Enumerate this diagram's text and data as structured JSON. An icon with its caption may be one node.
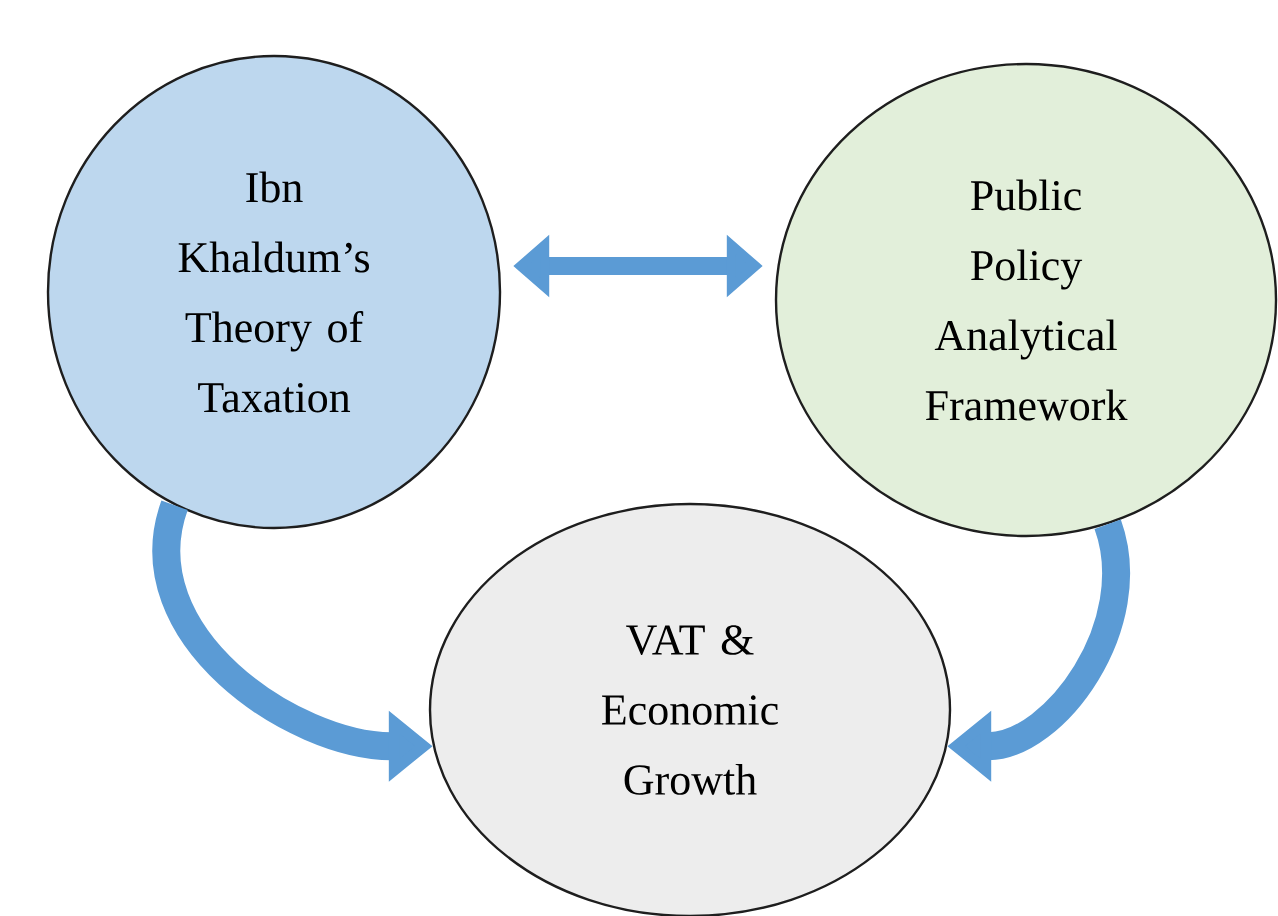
{
  "diagram": {
    "nodes": [
      {
        "text": [
          "Ibn Khaldum’s Theory of Taxation"
        ]
      },
      {
        "text": [
          "Public Policy Analytical Framework"
        ]
      },
      {
        "text": [
          "VAT & Economic Growth"
        ]
      }
    ],
    "edges": [
      {
        "from": 0,
        "to": 1,
        "arrow": "both"
      },
      {
        "from": 0,
        "to": 2,
        "arrow": "to"
      },
      {
        "from": 1,
        "to": 2,
        "arrow": "to"
      }
    ]
  }
}
